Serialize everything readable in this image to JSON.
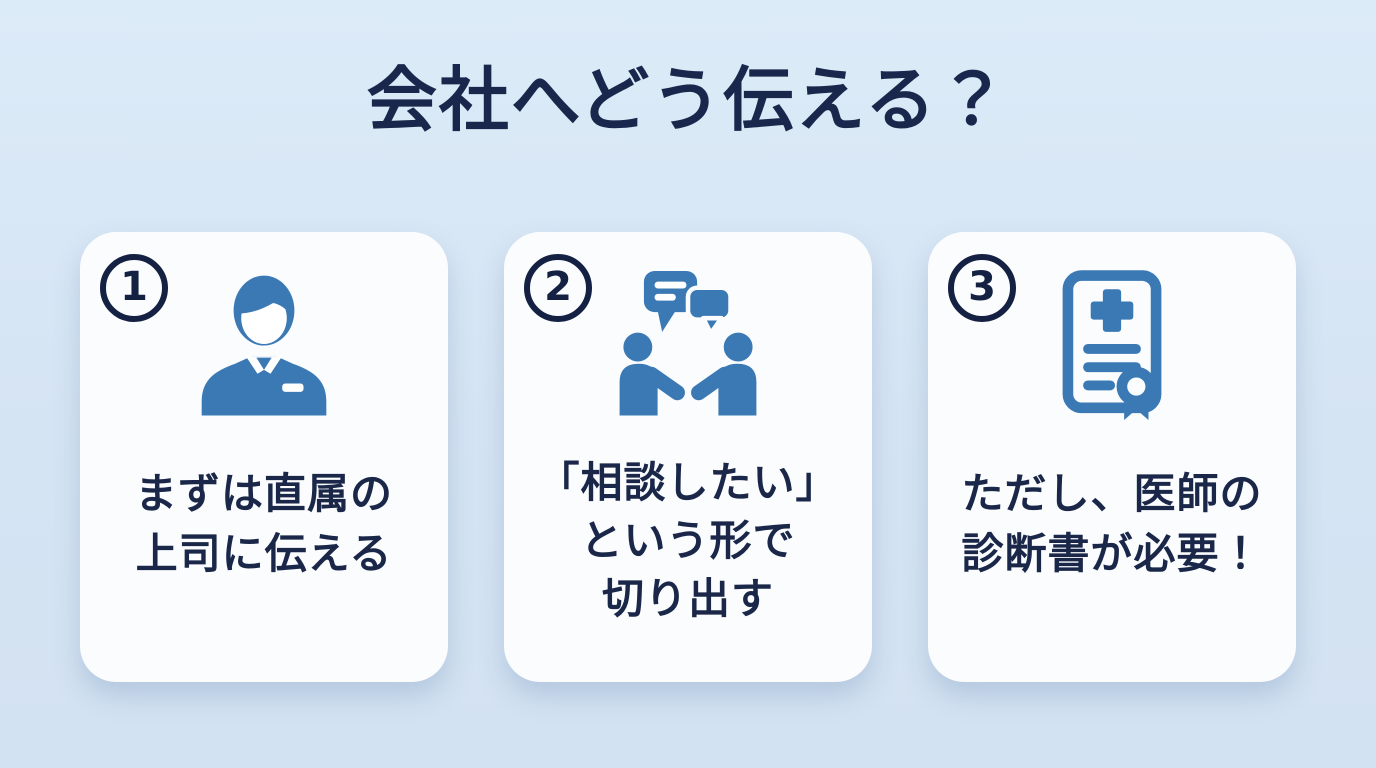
{
  "title": "会社へどう伝える？",
  "colors": {
    "background": "#d5e4f3",
    "card": "#fafcfe",
    "icon_blue": "#3b79b5",
    "text_navy": "#1a2749"
  },
  "cards": [
    {
      "number": "1",
      "icon": "businessman-icon",
      "lines": [
        "まずは直属の",
        "上司に伝える"
      ]
    },
    {
      "number": "2",
      "icon": "conversation-icon",
      "lines": [
        "「相談したい」",
        "という形で",
        "切り出す"
      ]
    },
    {
      "number": "3",
      "icon": "medical-certificate-icon",
      "lines": [
        "ただし、医師の",
        "診断書が必要！"
      ]
    }
  ]
}
